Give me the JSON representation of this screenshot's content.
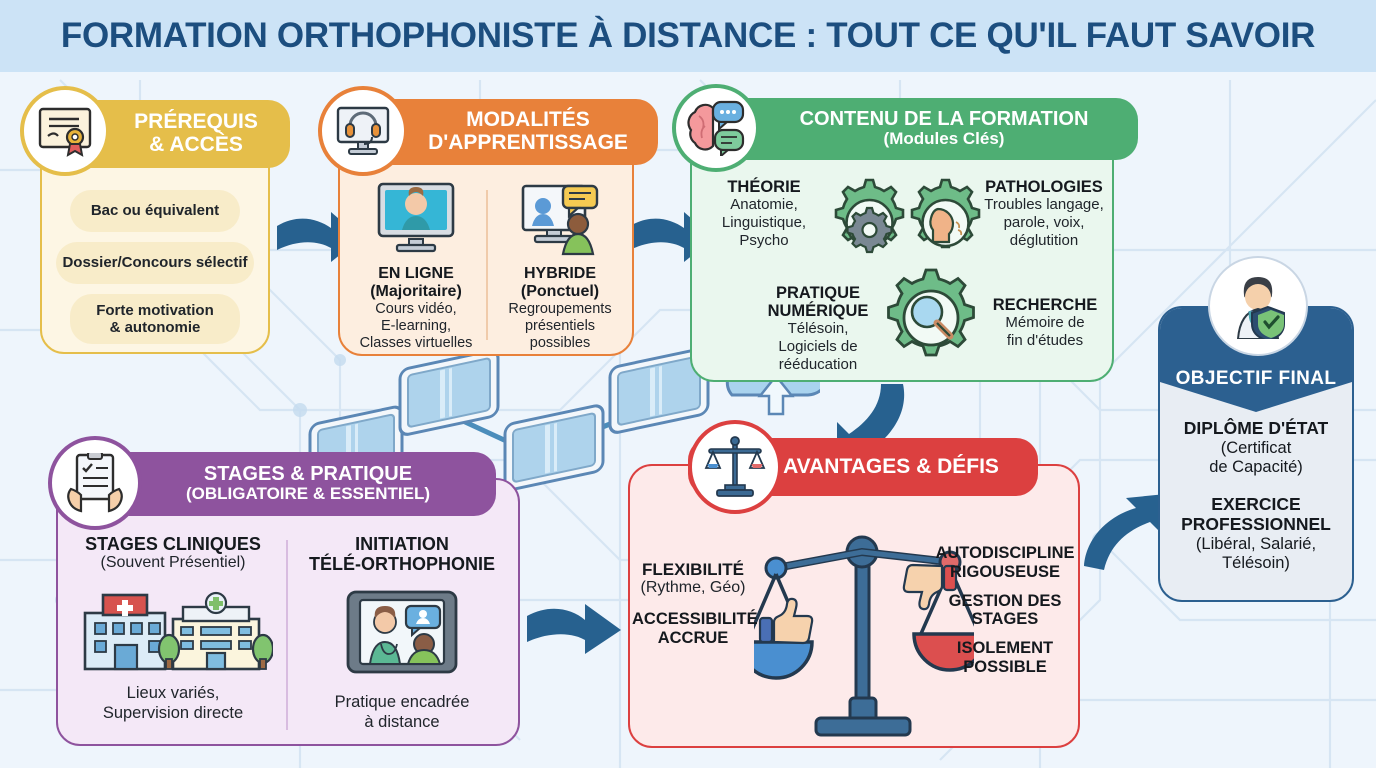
{
  "title": "FORMATION ORTHOPHONISTE À DISTANCE : TOUT CE QU'IL FAUT SAVOIR",
  "colors": {
    "background": "#eef5fc",
    "banner": "#cce3f6",
    "title_text": "#1c4e7f",
    "arrow": "#27618f",
    "gold": "#e5be4a",
    "gold_body": "#fdf6e4",
    "gold_pill": "#f8ecc9",
    "orange": "#e8813a",
    "orange_body": "#fdeee0",
    "green": "#4eae73",
    "green_body": "#eaf7ee",
    "purple": "#8e539e",
    "purple_body": "#f4e8f7",
    "red": "#dc4040",
    "red_body": "#fdeaea",
    "navy": "#2c6090",
    "navy_body": "#e8edf3"
  },
  "cards": {
    "prerequis": {
      "icon": "diploma-certificate-icon",
      "title_line1": "PRÉREQUIS",
      "title_line2": "& ACCÈS",
      "pills": [
        "Bac ou équivalent",
        "Dossier/Concours sélectif",
        "Forte motivation\n& autonomie"
      ]
    },
    "modalites": {
      "icon": "monitor-headset-icon",
      "title_line1": "MODALITÉS",
      "title_line2": "D'APPRENTISSAGE",
      "columns": [
        {
          "icon": "desktop-video-lecture-icon",
          "title": "EN LIGNE",
          "subtitle": "(Majoritaire)",
          "detail": "Cours vidéo,\nE-learning,\nClasses virtuelles"
        },
        {
          "icon": "group-video-chat-icon",
          "title": "HYBRIDE",
          "subtitle": "(Ponctuel)",
          "detail": "Regroupements\nprésentiels\npossibles"
        }
      ]
    },
    "contenu": {
      "icon": "brain-speech-bubbles-icon",
      "title_line1": "CONTENU DE LA FORMATION",
      "title_line2": "(Modules Clés)",
      "modules": [
        {
          "title": "THÉORIE",
          "detail": "Anatomie,\nLinguistique,\nPsycho",
          "side": "left",
          "icon": "gear-cog-icon"
        },
        {
          "title": "PATHOLOGIES",
          "detail": "Troubles langage,\nparole, voix,\ndéglutition",
          "side": "right",
          "icon": "gear-head-speech-icon"
        },
        {
          "title": "PRATIQUE\nNUMÉRIQUE",
          "detail": "Télésoin,\nLogiciels de\nrééducation",
          "side": "left",
          "icon": "gear-icon"
        },
        {
          "title": "RECHERCHE",
          "detail": "Mémoire de\nfin d'études",
          "side": "right",
          "icon": "gear-magnifier-icon"
        }
      ]
    },
    "stages": {
      "icon": "clipboard-checklist-hands-icon",
      "title_line1": "STAGES & PRATIQUE",
      "title_line2": "(OBLIGATOIRE & ESSENTIEL)",
      "columns": [
        {
          "title": "STAGES CLINIQUES",
          "subtitle": "(Souvent Présentiel)",
          "icon": "hospital-buildings-icon",
          "detail": "Lieux variés,\nSupervision directe"
        },
        {
          "title": "INITIATION\nTÉLÉ-ORTHOPHONIE",
          "subtitle": "",
          "icon": "tablet-teleconsultation-icon",
          "detail": "Pratique encadrée\nà distance"
        }
      ]
    },
    "avantages": {
      "icon": "balance-scale-icon",
      "title_line1": "AVANTAGES & DÉFIS",
      "left_items": [
        "FLEXIBILITÉ",
        "(Rythme, Géo)",
        "ACCESSIBILITÉ\nACCRUE"
      ],
      "right_items": [
        "AUTODISCIPLINE\nRIGOUSEUSE",
        "GESTION DES\nSTAGES",
        "ISOLEMENT\nPOSSIBLE"
      ],
      "scale_left_icon": "thumbs-up-icon",
      "scale_right_icon": "thumbs-down-icon"
    },
    "objectif": {
      "icon": "doctor-shield-icon",
      "label": "OBJECTIF FINAL",
      "blocks": [
        {
          "title": "DIPLÔME D'ÉTAT",
          "detail": "(Certificat\nde Capacité)"
        },
        {
          "title": "EXERCICE\nPROFESSIONNEL",
          "detail": "(Libéral, Salarié,\nTélésoin)"
        }
      ]
    }
  },
  "decor": {
    "tablet_chain": "tablet-network-chain-decoration",
    "cloud": "cloud-upload-icon"
  },
  "arrows": [
    "arrow-prerequis-to-modalites",
    "arrow-modalites-to-contenu",
    "arrow-contenu-to-avantages",
    "arrow-stages-to-avantages",
    "arrow-avantages-to-objectif"
  ]
}
